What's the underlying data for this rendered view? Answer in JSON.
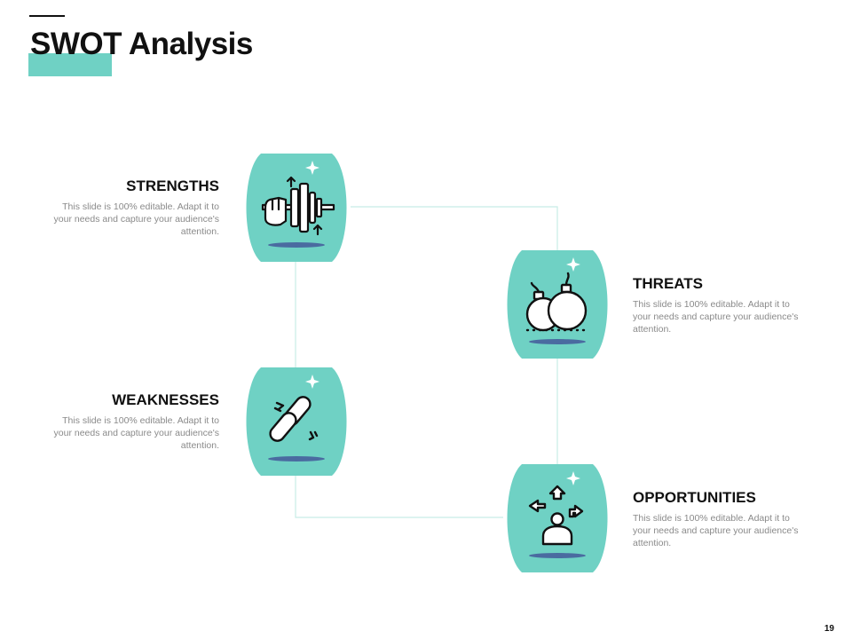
{
  "slide": {
    "title": "SWOT Analysis",
    "page_number": "19",
    "accent_color": "#6fd1c4",
    "shadow_color": "#4a6ba0"
  },
  "quadrants": {
    "strengths": {
      "label": "STRENGTHS",
      "text": "This slide is 100% editable. Adapt it to your needs and capture your audience's attention.",
      "icon": "weightlifting-arm-icon"
    },
    "weaknesses": {
      "label": "WEAKNESSES",
      "text": "This slide is 100% editable. Adapt it to your needs and capture your audience's attention.",
      "icon": "broken-chain-icon"
    },
    "threats": {
      "label": "THREATS",
      "text": "This slide is 100% editable. Adapt it to your needs and capture your audience's attention.",
      "icon": "bombs-icon"
    },
    "opportunities": {
      "label": "OPPORTUNITIES",
      "text": "This slide is 100% editable. Adapt it to your needs and capture your audience's attention.",
      "icon": "person-arrows-icon"
    }
  }
}
